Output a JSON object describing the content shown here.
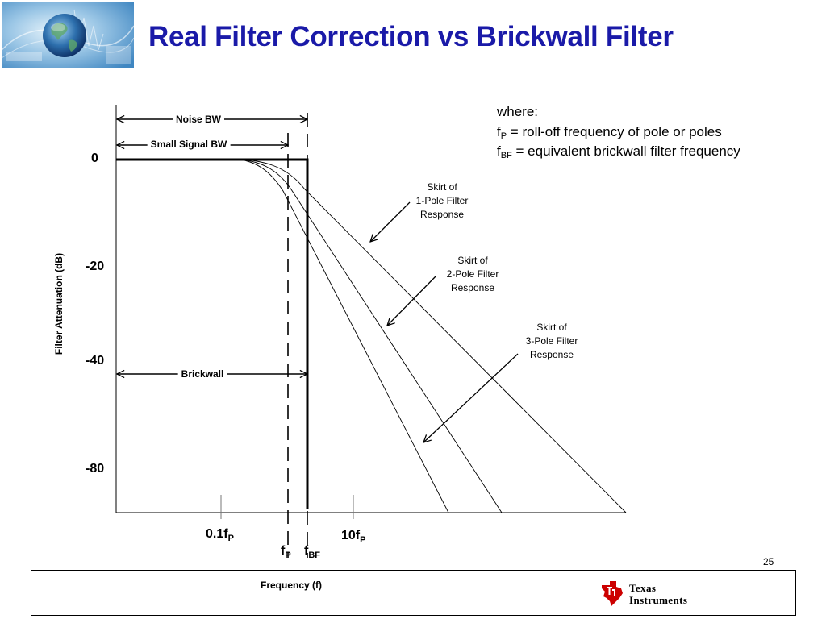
{
  "slide": {
    "title": "Real Filter Correction vs Brickwall Filter",
    "page_number": "25"
  },
  "legend": {
    "where": "where:",
    "fp_symbol": "f",
    "fp_sub": "P",
    "fp_text": " = roll-off frequency of pole or poles",
    "fbf_symbol": "f",
    "fbf_sub": "BF",
    "fbf_text": " = equivalent brickwall filter frequency"
  },
  "axes": {
    "y_label": "Filter Attenuation (dB)",
    "x_label": "Frequency (f)",
    "y_ticks": [
      "0",
      "-20",
      "-40",
      "-80"
    ]
  },
  "x_labels": {
    "tenth_main": "0.1f",
    "tenth_sub": "P",
    "ten_main": "10f",
    "ten_sub": "P",
    "fp_main": "f",
    "fp_sub": "P",
    "fbf_main": "f",
    "fbf_sub": "BF"
  },
  "bandwidth_labels": {
    "noise_bw": "Noise BW",
    "small_signal_bw": "Small Signal BW",
    "brickwall": "Brickwall"
  },
  "annotations": {
    "one_pole": [
      "Skirt of",
      "1-Pole Filter",
      "Response"
    ],
    "two_pole": [
      "Skirt of",
      "2-Pole Filter",
      "Response"
    ],
    "three_pole": [
      "Skirt of",
      "3-Pole Filter",
      "Response"
    ]
  },
  "footer": {
    "brand_line1": "Texas",
    "brand_line2": "Instruments"
  },
  "colors": {
    "title": "#1a1aa8",
    "ti_red": "#cc0000"
  }
}
